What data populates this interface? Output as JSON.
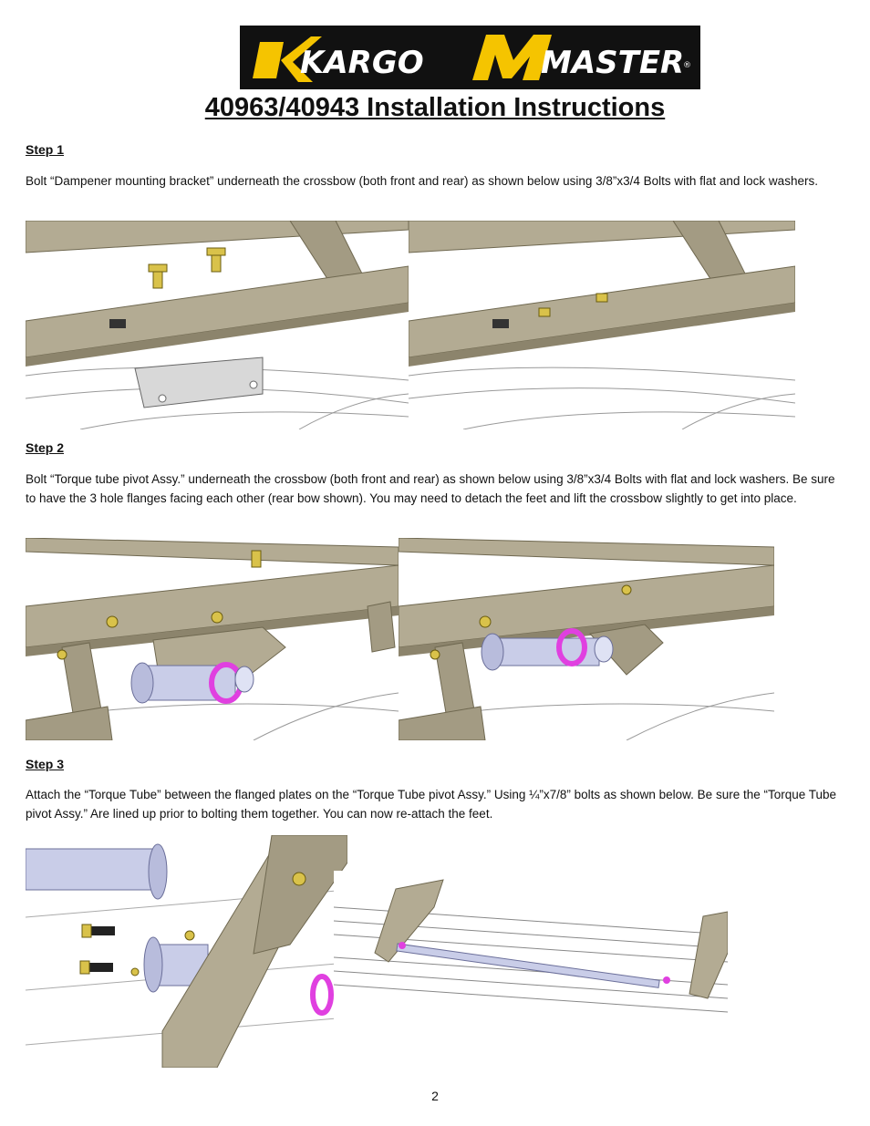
{
  "logo": {
    "text_left": "KARGO",
    "text_right": "MASTER",
    "registered": "®"
  },
  "title": "40963/40943 Installation Instructions",
  "steps": [
    {
      "heading": "Step 1",
      "text": "Bolt “Dampener mounting bracket” underneath the crossbow (both front and rear) as shown below using 3/8”x3/4 Bolts with flat and lock washers."
    },
    {
      "heading": "Step 2",
      "text": "Bolt “Torque tube pivot Assy.” underneath the crossbow (both front and rear) as shown below using 3/8”x3/4 Bolts with flat and lock washers. Be sure to have the 3 hole flanges facing each other (rear bow shown). You may need to detach the feet  and lift the crossbow slightly to get into place."
    },
    {
      "heading": "Step 3",
      "text": "Attach the “Torque Tube” between the flanged plates on the “Torque Tube pivot Assy.” Using ¼”x7/8” bolts as shown below. Be sure the “Torque Tube pivot Assy.” Are lined up prior to bolting them together. You can now re-attach the feet."
    }
  ],
  "page_number": "2",
  "colors": {
    "beam": "#b3ab93",
    "beam_dark": "#8c846c",
    "bolt": "#d9c24a",
    "tube": "#c9cde8",
    "ring": "#e040e0",
    "logo_bg": "#111111",
    "logo_yellow": "#f5c400"
  }
}
